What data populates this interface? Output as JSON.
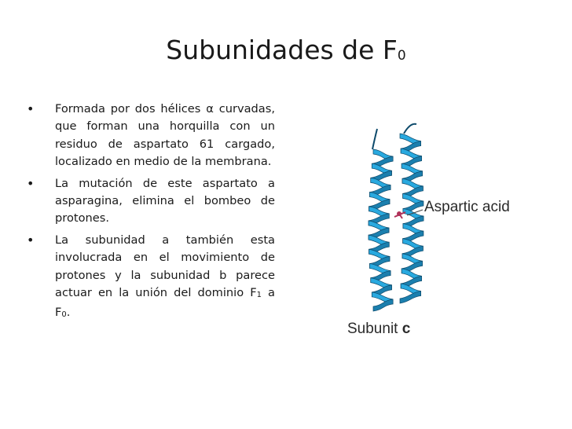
{
  "slide": {
    "title_main": "Subunidades de F",
    "title_sub": "0"
  },
  "bullets": [
    {
      "text": "Formada por dos hélices α curvadas, que forman una horquilla con un residuo de aspartato 61 cargado, localizado en medio de la membrana."
    },
    {
      "text": "La mutación de este aspartato a asparagina, elimina el bombeo de protones."
    },
    {
      "text_before": "La subunidad a también esta involucrada en el movimiento de protones y la subunidad b parece actuar en la unión del dominio F",
      "sub1": "1",
      "text_mid": " a F",
      "sub2": "0",
      "text_after": "."
    }
  ],
  "figure": {
    "label_residue": "Aspartic acid",
    "label_subunit_prefix": "Subunit ",
    "label_subunit_letter": "c"
  },
  "colors": {
    "helix": "#29a9df",
    "helix_dark": "#1b7fae",
    "residue": "#b0325a"
  }
}
